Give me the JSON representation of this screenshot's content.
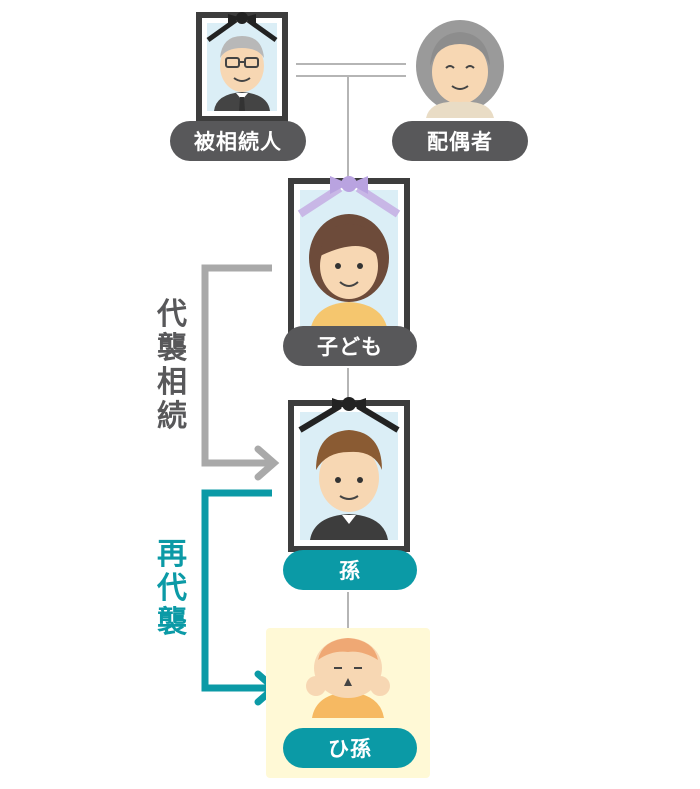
{
  "nodes": {
    "decedent": "被相続人",
    "spouse": "配偶者",
    "child": "子ども",
    "grandchild": "孫",
    "great_grandchild": "ひ孫"
  },
  "labels": {
    "representation": "代襲相続",
    "re_representation": "再代襲"
  },
  "colors": {
    "pill_dark": "#58585a",
    "pill_teal": "#0b9aa6",
    "arrow_gray": "#a9a9a9",
    "arrow_teal": "#0b9aa6",
    "baby_highlight": "#fff9d6"
  }
}
